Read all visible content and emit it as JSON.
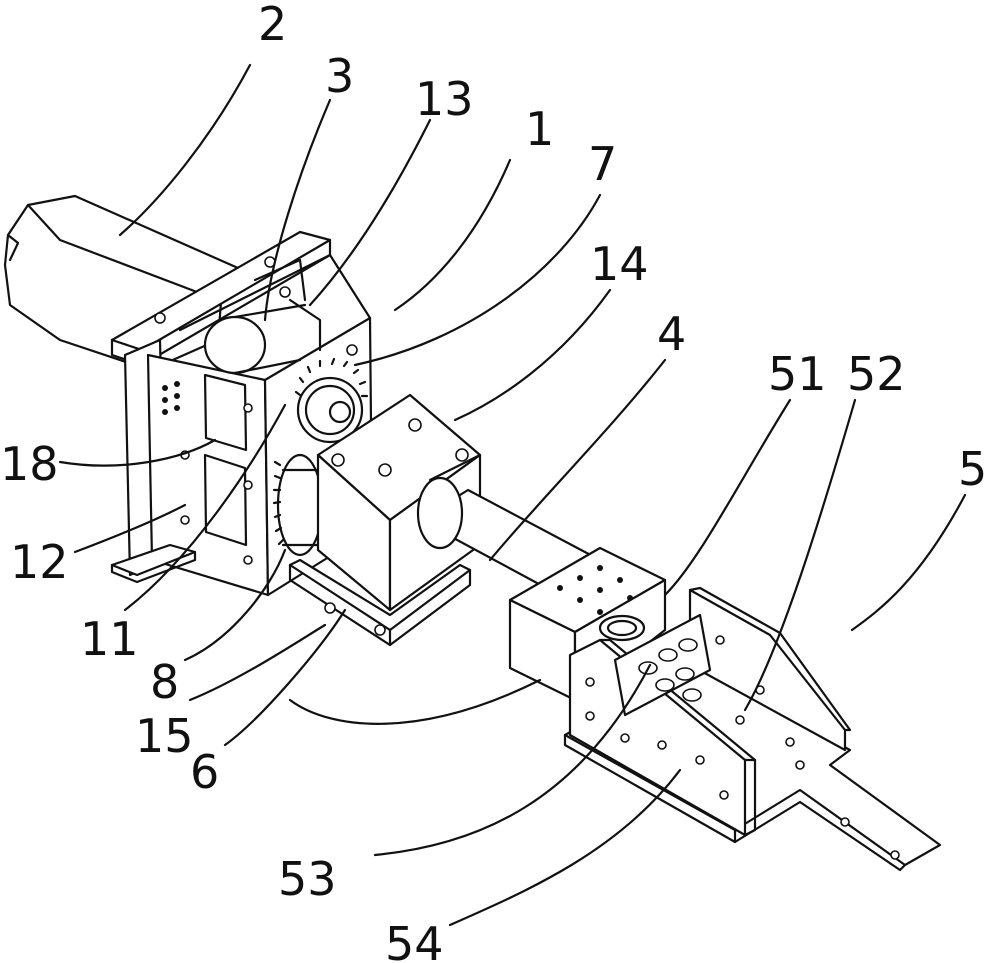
{
  "labels": {
    "l2": "2",
    "l3": "3",
    "l13": "13",
    "l1": "1",
    "l7": "7",
    "l14": "14",
    "l4": "4",
    "l51": "51",
    "l52": "52",
    "l5": "5",
    "l18": "18",
    "l12": "12",
    "l11": "11",
    "l8": "8",
    "l15": "15",
    "l6": "6",
    "l53": "53",
    "l54": "54"
  }
}
